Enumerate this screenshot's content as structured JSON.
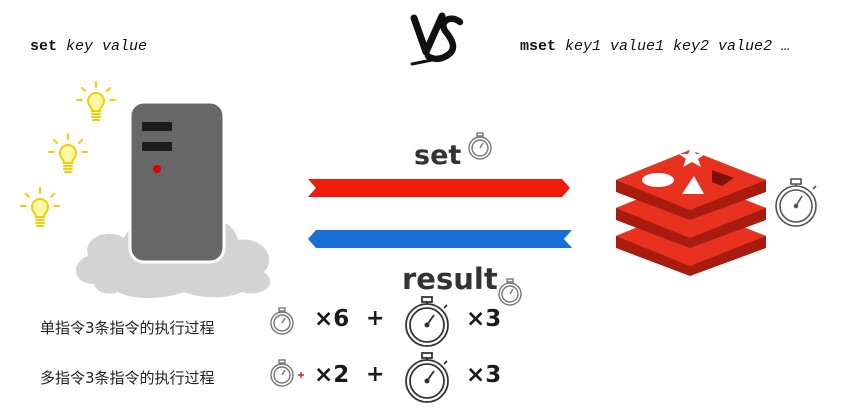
{
  "header": {
    "left_cmd": "set",
    "left_args": "key value",
    "vs": "VS",
    "right_cmd": "mset",
    "right_args": "key1 value1 key2 value2 …"
  },
  "arrows": {
    "request_label": "set",
    "response_label": "result",
    "request_color": "#f21a0a",
    "response_color": "#1a6ed8"
  },
  "rows": [
    {
      "label": "单指令3条指令的执行过程",
      "small_mult": "×6",
      "plus": "+",
      "big_mult": "×3"
    },
    {
      "label": "多指令3条指令的执行过程",
      "small_mult": "×2",
      "plus": "+",
      "big_mult": "×3"
    }
  ],
  "icons": {
    "server": "server-icon",
    "cloud": "cloud-icon",
    "bulb": "lightbulb-icon",
    "redis": "redis-logo-icon",
    "stopwatch": "stopwatch-icon"
  },
  "colors": {
    "server_body": "#6b6b6b",
    "cloud": "#d2d2d2",
    "bulb": "#f5d800",
    "redis_red": "#e8321f"
  }
}
